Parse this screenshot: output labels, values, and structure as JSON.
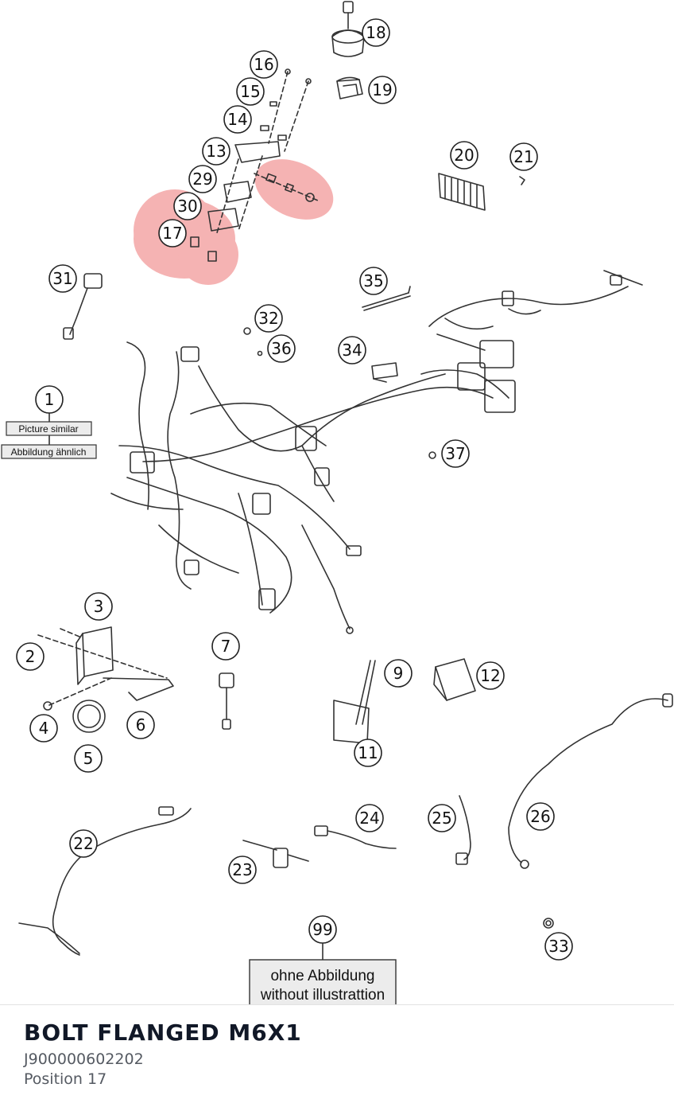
{
  "diagram": {
    "highlight_color": "#f4a6a6",
    "callouts": [
      {
        "label": "18"
      },
      {
        "label": "16"
      },
      {
        "label": "15"
      },
      {
        "label": "19"
      },
      {
        "label": "14"
      },
      {
        "label": "13"
      },
      {
        "label": "20"
      },
      {
        "label": "21"
      },
      {
        "label": "29"
      },
      {
        "label": "30"
      },
      {
        "label": "17"
      },
      {
        "label": "31"
      },
      {
        "label": "35"
      },
      {
        "label": "32"
      },
      {
        "label": "36"
      },
      {
        "label": "34"
      },
      {
        "label": "1"
      },
      {
        "label": "37"
      },
      {
        "label": "3"
      },
      {
        "label": "7"
      },
      {
        "label": "2"
      },
      {
        "label": "9"
      },
      {
        "label": "12"
      },
      {
        "label": "6"
      },
      {
        "label": "4"
      },
      {
        "label": "11"
      },
      {
        "label": "5"
      },
      {
        "label": "24"
      },
      {
        "label": "25"
      },
      {
        "label": "26"
      },
      {
        "label": "22"
      },
      {
        "label": "23"
      },
      {
        "label": "99"
      },
      {
        "label": "33"
      }
    ],
    "notes": {
      "picture_similar": "Picture similar",
      "abbildung_aehnlich": "Abbildung ähnlich",
      "ohne_abbildung": "ohne Abbildung",
      "without_illustration": "without illustrattion"
    }
  },
  "part": {
    "title": "BOLT FLANGED M6X1",
    "number": "J900000602202",
    "position": "Position 17"
  }
}
